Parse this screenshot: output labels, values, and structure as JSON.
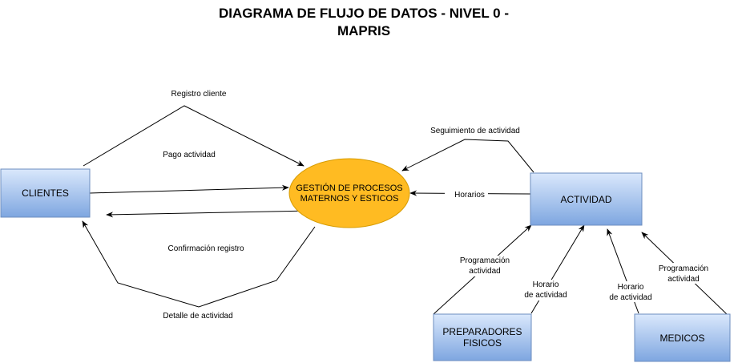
{
  "title": {
    "line1": "DIAGRAMA DE FLUJO DE DATOS - NIVEL 0 -",
    "line2": "MAPRIS"
  },
  "process": {
    "line1": "GESTIÓN DE PROCESOS",
    "line2": "MATERNOS Y ESTICOS"
  },
  "entities": {
    "clientes": "CLIENTES",
    "actividad": "ACTIVIDAD",
    "preparadores_line1": "PREPARADORES",
    "preparadores_line2": "FISICOS",
    "medicos": "MEDICOS"
  },
  "flows": {
    "registro_cliente": "Registro cliente",
    "pago_actividad": "Pago actividad",
    "confirmacion_registro": "Confirmación registro",
    "detalle_actividad": "Detalle de actividad",
    "seguimiento_actividad": "Seguimiento de actividad",
    "horarios": "Horarios",
    "prog_prep_line1": "Programación",
    "prog_prep_line2": "actividad",
    "horario_prep_line1": "Horario",
    "horario_prep_line2": "de actividad",
    "horario_med_line1": "Horario",
    "horario_med_line2": "de actividad",
    "prog_med_line1": "Programación",
    "prog_med_line2": "actividad"
  },
  "colors": {
    "entity_fill_top": "#dae8fc",
    "entity_fill_bottom": "#7ea6e0",
    "entity_stroke": "#6c8ebf",
    "process_fill": "#ffcd28",
    "process_stroke": "#d79b00"
  }
}
